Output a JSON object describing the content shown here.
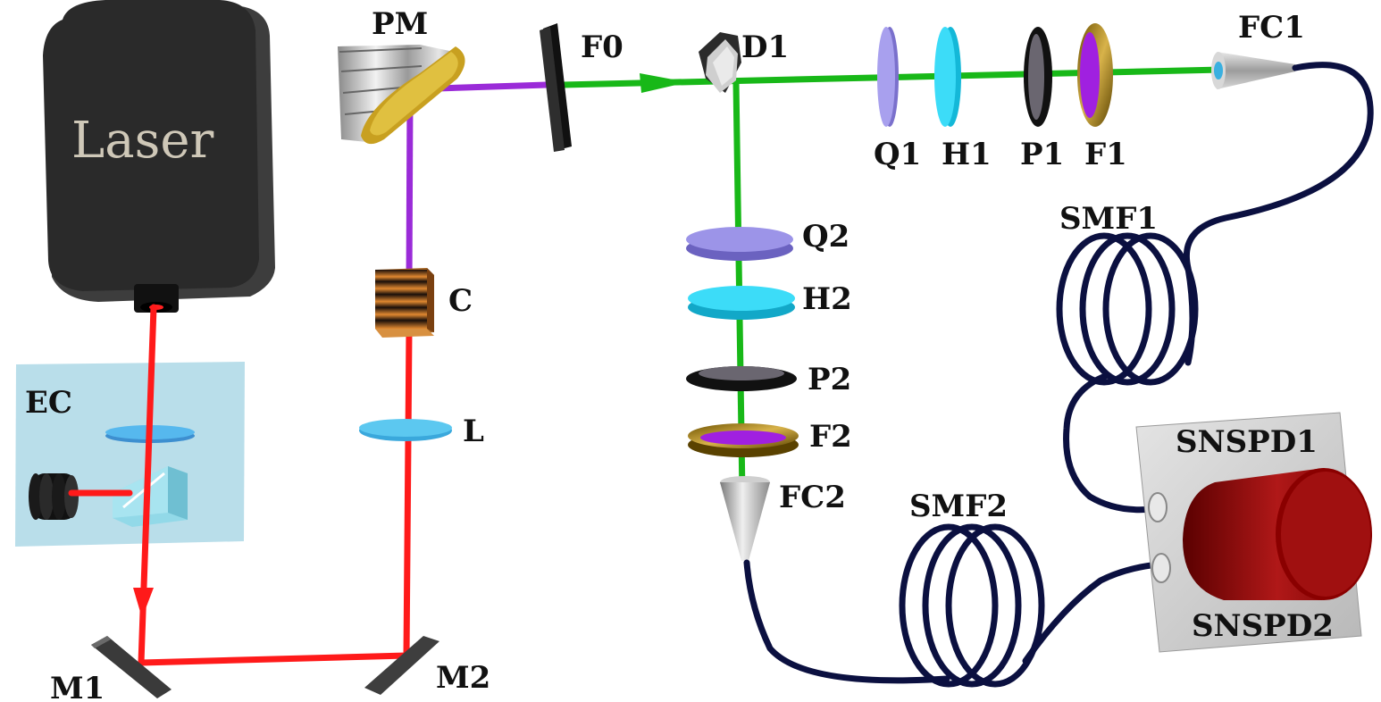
{
  "colors": {
    "pump_beam": "#ff1a1a",
    "uv_beam": "#9a2bd8",
    "photon_beam": "#18b818",
    "fiber": "#0b1040",
    "background": "#ffffff"
  },
  "labels": {
    "laser": "Laser",
    "ec": "EC",
    "pm": "PM",
    "f0": "F0",
    "d1": "D1",
    "q1": "Q1",
    "h1": "H1",
    "p1": "P1",
    "f1": "F1",
    "fc1": "FC1",
    "q2": "Q2",
    "h2": "H2",
    "p2": "P2",
    "f2": "F2",
    "fc2": "FC2",
    "c": "C",
    "l": "L",
    "m1": "M1",
    "m2": "M2",
    "smf1": "SMF1",
    "smf2": "SMF2",
    "snspd1": "SNSPD1",
    "snspd2": "SNSPD2"
  },
  "icons": {
    "laser": "laser-box-icon",
    "mirror": "mirror-icon",
    "prism_mirror": "parabolic-mirror-icon",
    "filter": "filter-icon",
    "dichroic": "dichroic-mirror-icon",
    "waveplate": "waveplate-icon",
    "polarizer": "polarizer-icon",
    "coupler": "fiber-coupler-icon",
    "crystal": "crystal-icon",
    "lens": "lens-icon",
    "fiber_coil": "fiber-coil-icon",
    "detector": "detector-icon"
  }
}
